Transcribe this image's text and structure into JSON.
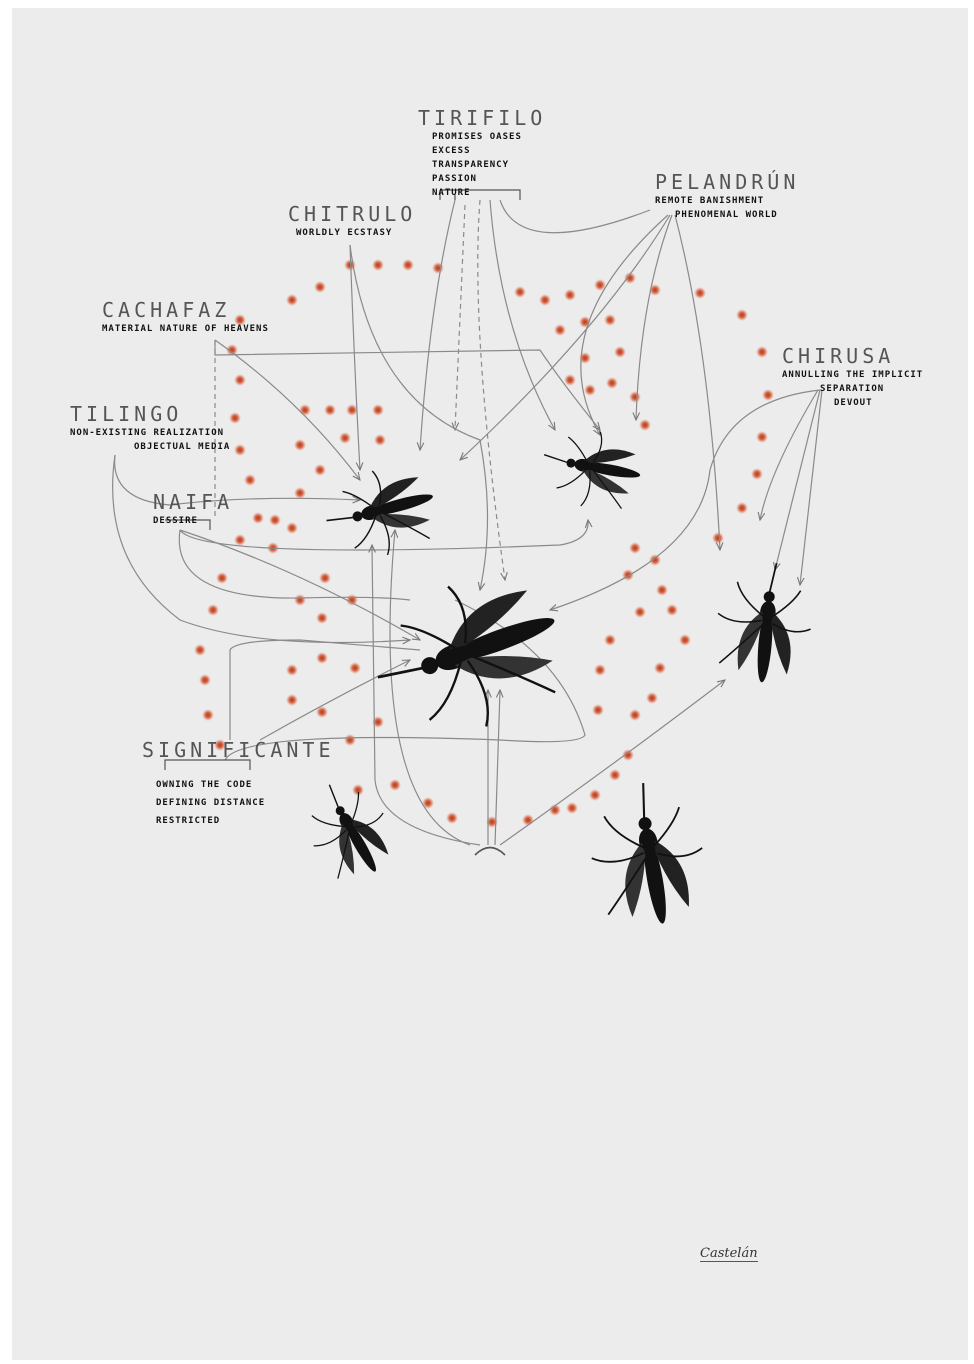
{
  "nodes": {
    "tirifilo": {
      "title": "TIRIFILO",
      "lines": [
        "PROMISES OASES",
        "EXCESS",
        "TRANSPARENCY",
        "PASSION",
        "NATURE"
      ]
    },
    "pelandrun": {
      "title": "PELANDRÚN",
      "lines": [
        "REMOTE BANISHMENT",
        "PHENOMENAL WORLD"
      ]
    },
    "chitrulo": {
      "title": "CHITRULO",
      "lines": [
        "WORLDLY ECSTASY"
      ]
    },
    "cachafaz": {
      "title": "CACHAFAZ",
      "lines": [
        "MATERIAL NATURE OF HEAVENS"
      ]
    },
    "chirusa": {
      "title": "CHIRUSA",
      "lines": [
        "ANNULLING THE IMPLICIT",
        "SEPARATION",
        "DEVOUT"
      ]
    },
    "tilingo": {
      "title": "TILINGO",
      "lines": [
        "NON-EXISTING REALIZATION",
        "OBJECTUAL MEDIA"
      ]
    },
    "naifa": {
      "title": "NAIFA",
      "lines": [
        "DESSIRE"
      ]
    },
    "significante": {
      "title": "SIGNIFICANTE",
      "lines": [
        "OWNING THE CODE",
        "DEFINING DISTANCE",
        "RESTRICTED"
      ]
    }
  },
  "signature": "Castelán",
  "colors": {
    "paper": "#ececec",
    "ink": "#111111",
    "pencil": "#8a8a8a",
    "dots": "#c8461e"
  },
  "icons": [
    "mosquito-icon"
  ]
}
